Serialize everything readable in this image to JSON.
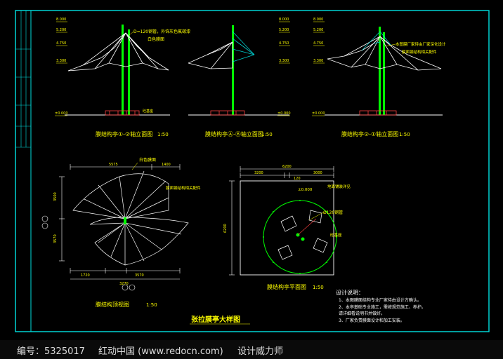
{
  "drawing": {
    "main_title": "张拉膜亭大样图",
    "elevation_1": {
      "title": "膜结构亭①-②轴立面图",
      "scale": "1:50",
      "callout_pipe": "D=120钢管，外饰灰色氟碳漆",
      "callout_membrane": "白色膜面",
      "base_note": "砼基座",
      "levels": [
        "8.000",
        "5.200",
        "4.750",
        "3.300",
        "±0.000"
      ]
    },
    "elevation_2": {
      "title": "膜结构亭Ⓐ-Ⓑ轴立面图",
      "scale": "1:50",
      "levels": [
        "8.000",
        "5.200",
        "4.750",
        "3.300",
        "±0.000"
      ]
    },
    "elevation_3": {
      "title": "膜结构亭②-①轴立面图",
      "scale": "1:50",
      "callout_a": "本图膜厂家待由厂家深化设计",
      "callout_b": "膜面钢结构相关配件",
      "levels": [
        "8.000",
        "5.200",
        "4.750",
        "3.300",
        "±0.000"
      ]
    },
    "roof_plan": {
      "title": "膜结构顶视图",
      "scale": "1:50",
      "callout_top": "白色膜面",
      "callout_right": "膜面钢结构相关配件",
      "dims_top": [
        "5575",
        "1400"
      ],
      "dims_bottom": [
        "1720",
        "3570",
        "3270"
      ],
      "dims_left": [
        "3500",
        "3570"
      ]
    },
    "floor_plan": {
      "title": "膜结构亭平面图",
      "scale": "1:50",
      "callout_level": "±0.000",
      "callout_paving": "地面铺装详见",
      "callout_pipe": "Ø120钢管",
      "callout_base": "砼基座",
      "dims_top": [
        "3200",
        "6200",
        "120",
        "3000"
      ],
      "dims_left": [
        "6200"
      ]
    },
    "notes": {
      "heading": "设计说明：",
      "items": [
        "1、本图膜面结构专业厂家待由设计方确认。",
        "2、本亭基础专业施工，需按规范施工、养护。",
        "   请详细看说明书并做好。",
        "3、厂家负责膜面设计和加工安装。"
      ]
    }
  },
  "footer": {
    "id_text": "编号：5325017",
    "site_text": "红动中国 (www.redocn.com)",
    "slogan": "设计威力师"
  },
  "colors": {
    "background": "#000000",
    "frame": "#00e0e0",
    "structure": "#00ff00",
    "linework": "#ffffff",
    "annotation": "#ffff00",
    "cable": "#00cccc",
    "base": "#ff4040"
  }
}
